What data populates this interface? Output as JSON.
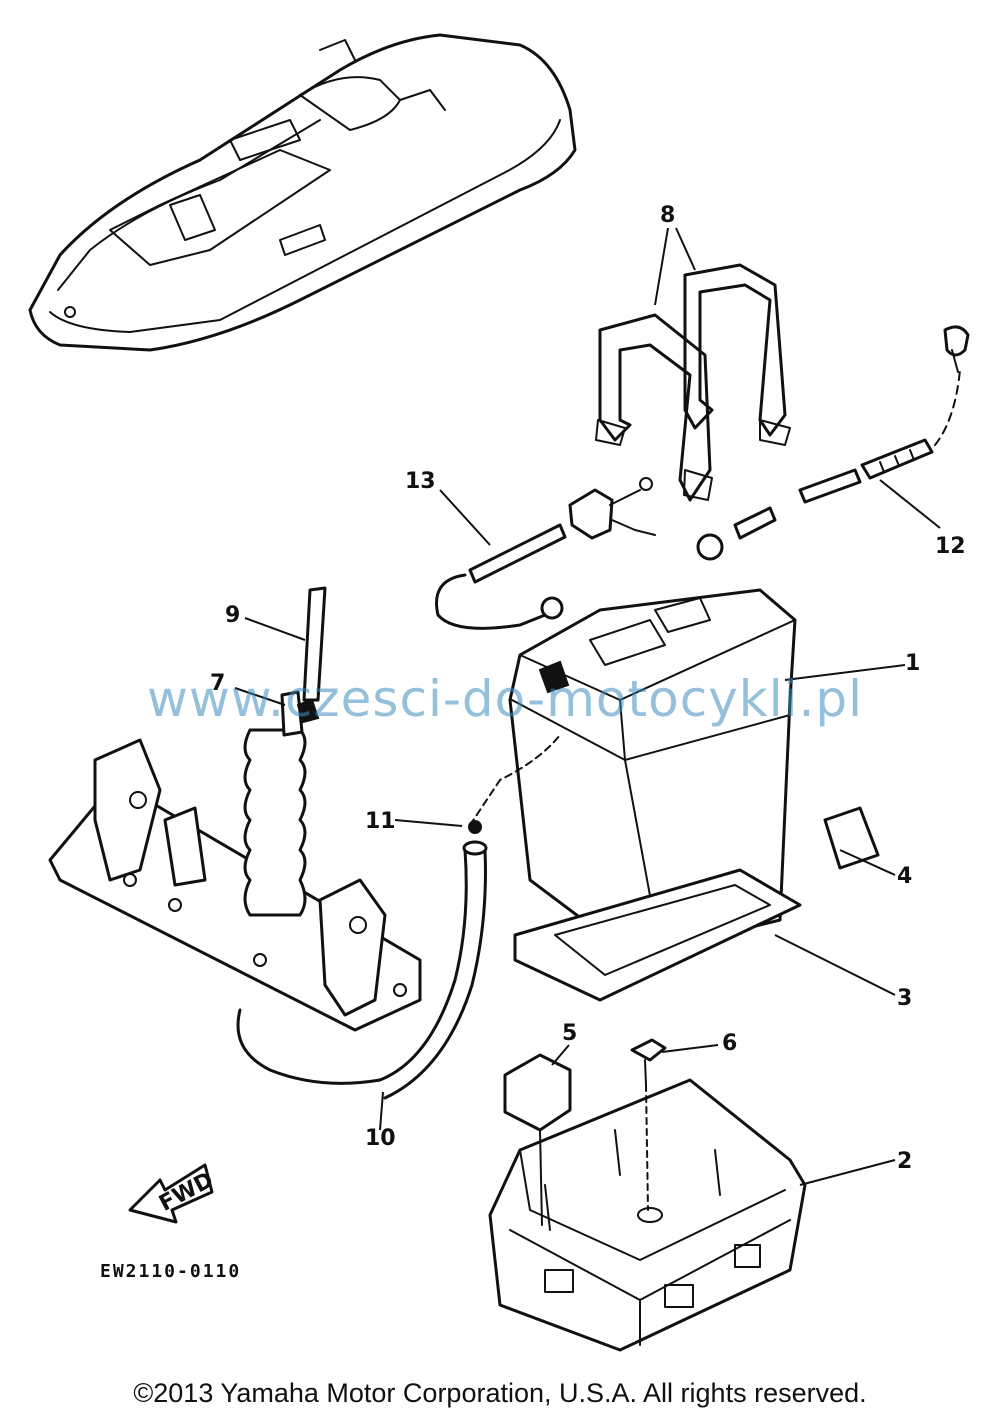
{
  "callouts": {
    "c1": "1",
    "c2": "2",
    "c3": "3",
    "c4": "4",
    "c5": "5",
    "c6": "6",
    "c7": "7",
    "c8": "8",
    "c9": "9",
    "c10": "10",
    "c11": "11",
    "c12": "12",
    "c13": "13"
  },
  "direction_badge": "FWD",
  "diagram_code": "EW2110-0110",
  "watermark": "www.czesci-do-motocykli.pl",
  "copyright": "©2013 Yamaha Motor Corporation, U.S.A. All rights reserved."
}
